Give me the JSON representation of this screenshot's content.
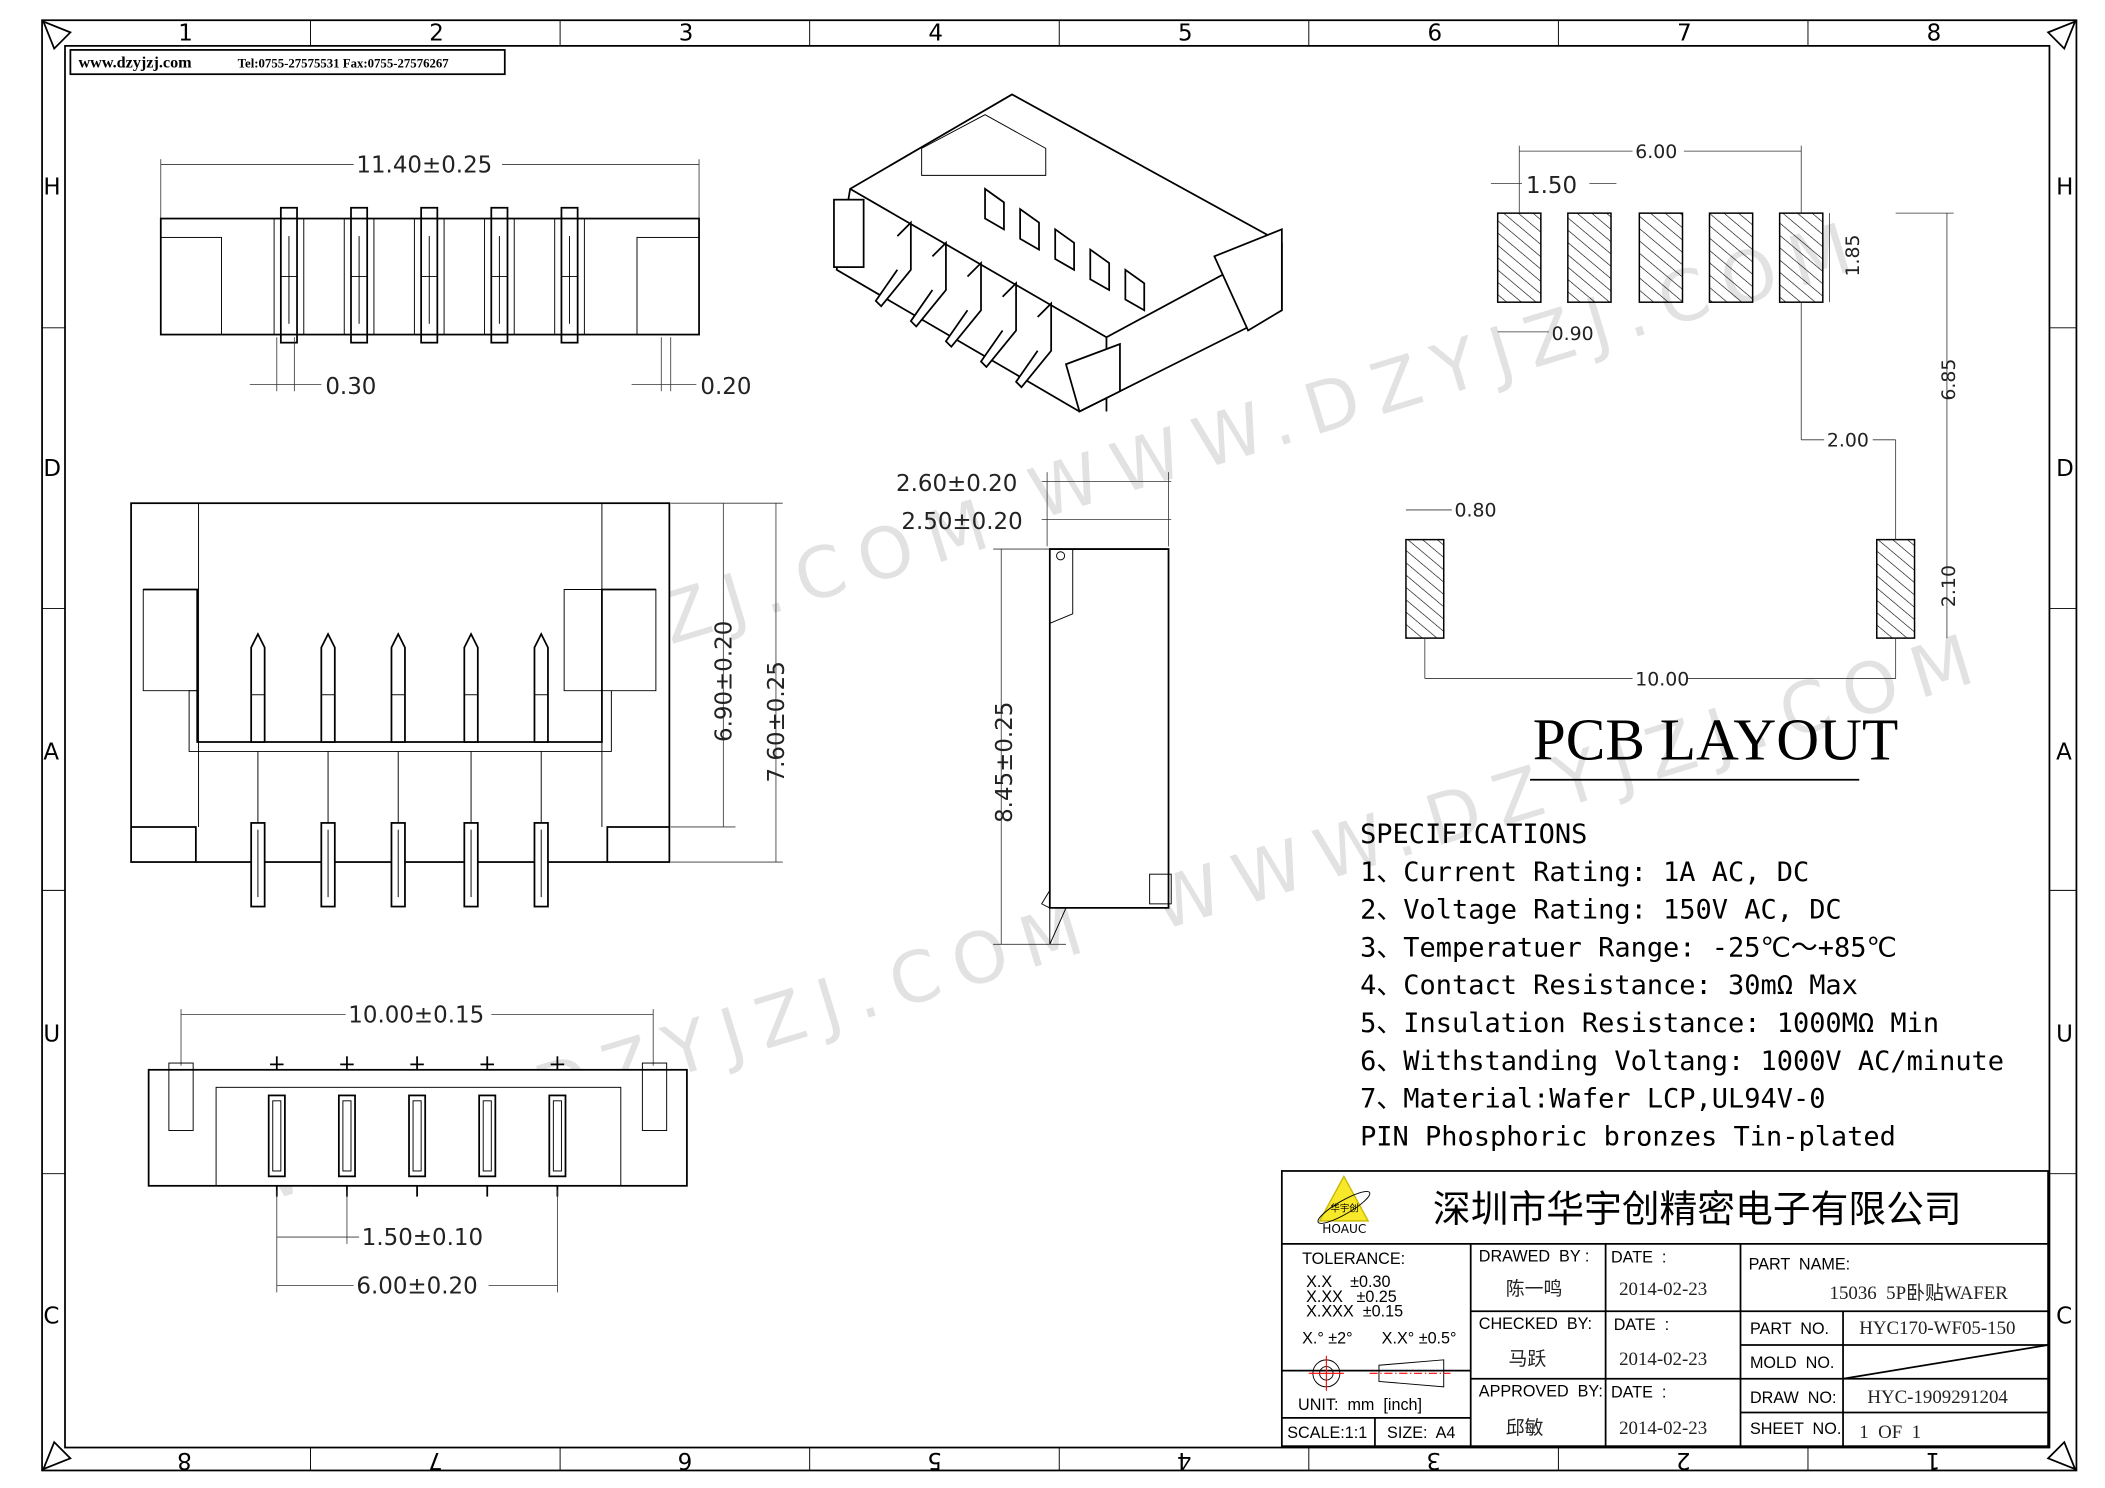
{
  "header": {
    "website": "www.dzyjzj.com",
    "contact": "Tel:0755-27575531  Fax:0755-27576267"
  },
  "frame": {
    "top_numbers": [
      "1",
      "2",
      "3",
      "4",
      "5",
      "6",
      "7",
      "8"
    ],
    "bottom_numbers": [
      "8",
      "7",
      "6",
      "5",
      "4",
      "3",
      "2",
      "1"
    ],
    "side_letters": [
      "H",
      "D",
      "A",
      "U",
      "C"
    ]
  },
  "watermark": "WWW.DZYJZJ.COM",
  "dimensions": {
    "top_view": {
      "width": "11.40±0.25",
      "pin_width": "0.30",
      "peg": "0.20"
    },
    "front_view": {
      "inner_depth": "6.90±0.20",
      "depth": "7.60±0.25"
    },
    "side_view": {
      "top1": "2.60±0.20",
      "top2": "2.50±0.20",
      "height": "8.45±0.25"
    },
    "bottom_view": {
      "width": "10.00±0.15",
      "pitch": "1.50±0.10",
      "span": "6.00±0.20"
    },
    "pcb": {
      "span": "6.00",
      "pitch": "1.50",
      "pad_w": "0.90",
      "pad_h": "1.85",
      "total_h": "6.85",
      "offset": "2.00",
      "peg_w": "0.80",
      "peg_h": "2.10",
      "total_w": "10.00"
    }
  },
  "pcb_layout_title": "PCB  LAYOUT",
  "specifications": {
    "title": "SPECIFICATIONS",
    "items": [
      "1、Current Rating: 1A AC, DC",
      "2、Voltage Rating: 150V AC, DC",
      "3、Temperatuer Range: -25℃～+85℃",
      "4、Contact Resistance: 30mΩ  Max",
      "5、Insulation Resistance: 1000MΩ  Min",
      "6、Withstanding Voltang: 1000V AC/minute",
      "7、Material:Wafer LCP,UL94V-0",
      "   PIN Phosphoric bronzes Tin-plated"
    ]
  },
  "title_block": {
    "company": "深圳市华宇创精密电子有限公司",
    "logo_text": "华宇创",
    "logo_brand": "HOAUC",
    "tolerance_label": "TOLERANCE:",
    "tolerances": [
      "X.X    ±0.30",
      "X.XX   ±0.25",
      "X.XXX  ±0.15"
    ],
    "angle_tol": [
      "X.° ±2°",
      "X.X° ±0.5°"
    ],
    "unit": "UNIT:  mm  [inch]",
    "scale": "SCALE:1:1",
    "size": "SIZE:  A4",
    "drawed_by_label": "DRAWED  BY :",
    "drawed_by": "陈一鸣",
    "checked_by_label": "CHECKED  BY:",
    "checked_by": "马跃",
    "approved_by_label": "APPROVED  BY:",
    "approved_by": "邱敏",
    "date_label": "DATE  :",
    "dates": [
      "2014-02-23",
      "2014-02-23",
      "2014-02-23"
    ],
    "part_name_label": "PART  NAME:",
    "part_name": "15036  5P卧贴WAFER",
    "part_no_label": "PART  NO.",
    "part_no": "HYC170-WF05-150",
    "mold_no_label": "MOLD  NO.",
    "draw_no_label": "DRAW  NO:",
    "draw_no": "HYC-1909291204",
    "sheet_no_label": "SHEET  NO.",
    "sheet_no": "1  OF  1"
  }
}
